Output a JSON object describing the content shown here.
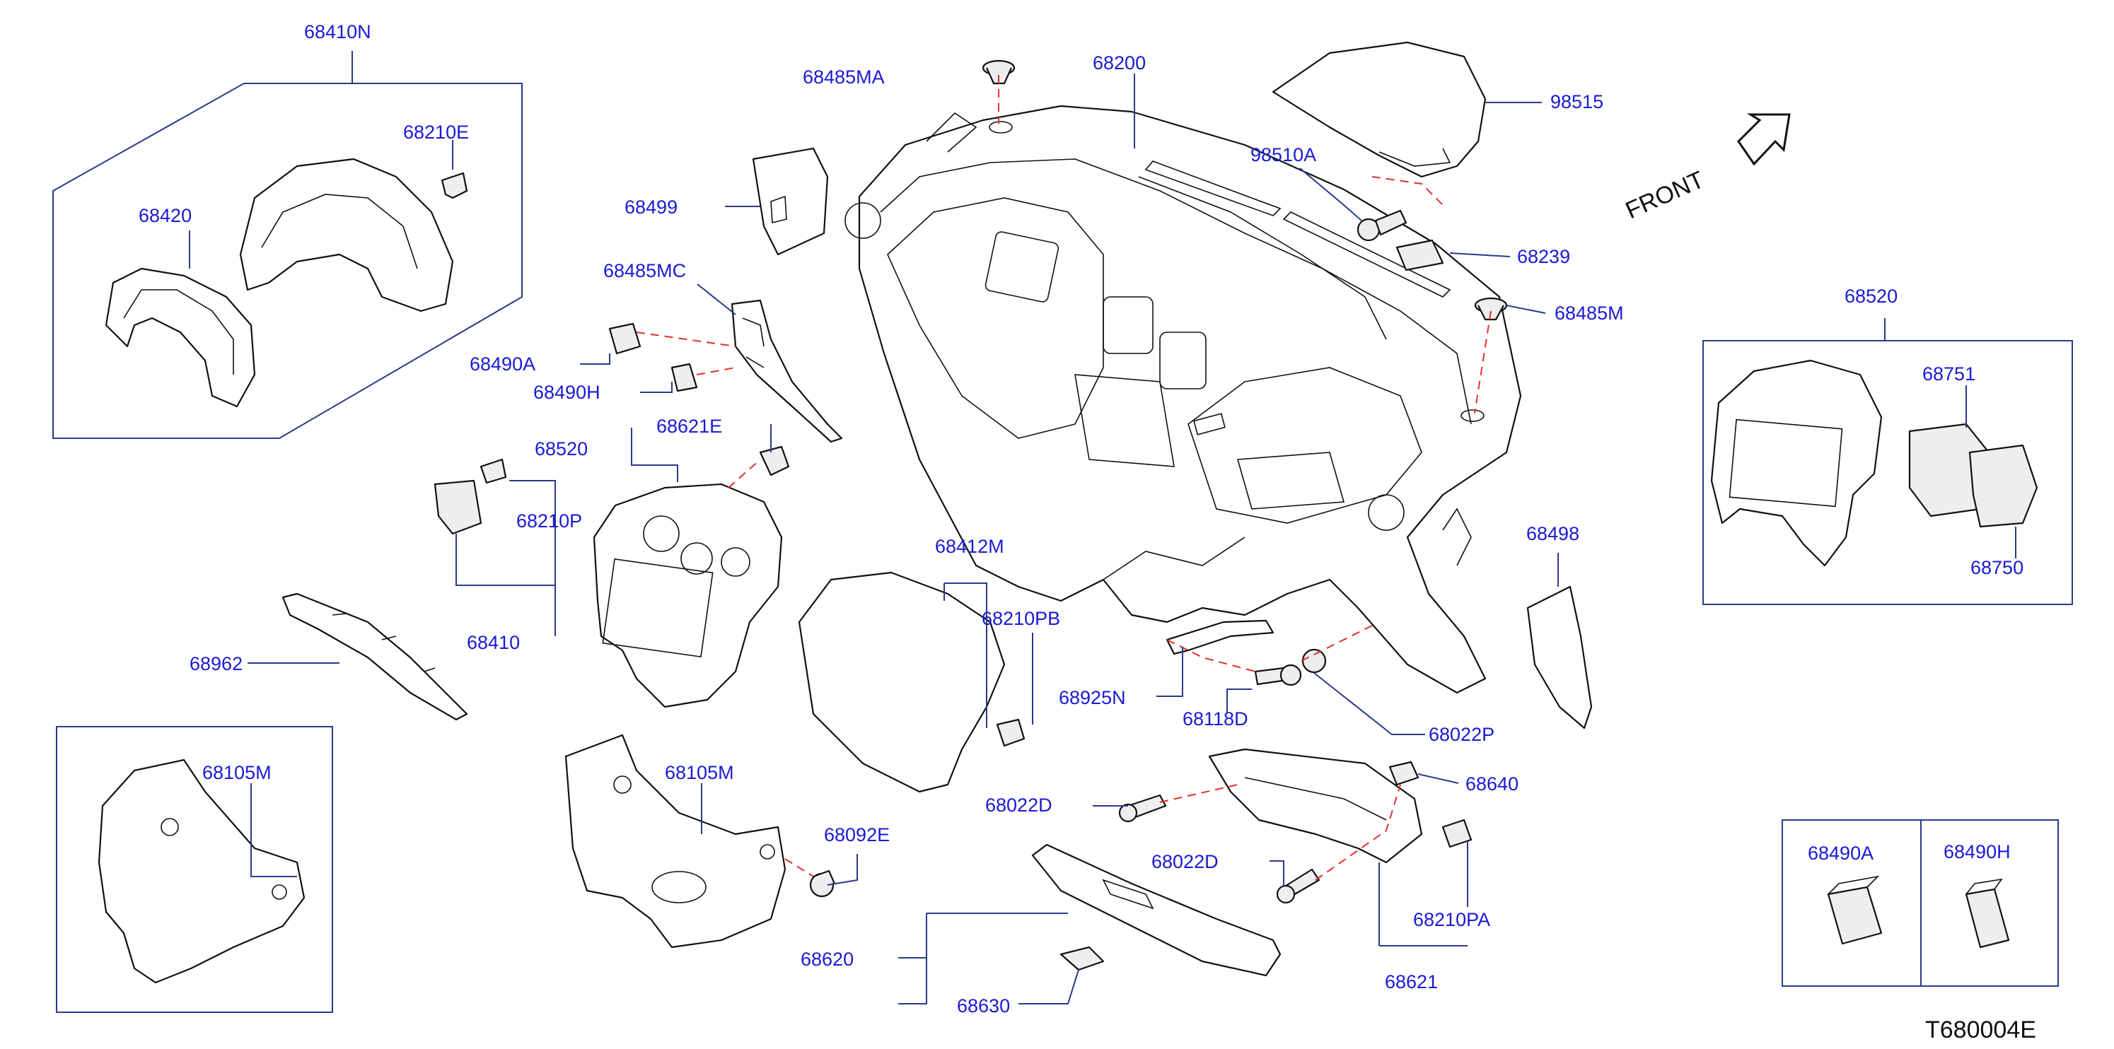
{
  "diagram": {
    "labels": {
      "p68410N": "68410N",
      "p68210E": "68210E",
      "p68420": "68420",
      "p68485MA": "68485MA",
      "p68200": "68200",
      "p98515": "98515",
      "p98510A": "98510A",
      "p68239": "68239",
      "p68485M": "68485M",
      "p68499": "68499",
      "p68485MC": "68485MC",
      "p68490A": "68490A",
      "p68490H": "68490H",
      "p68520_top": "68520",
      "p68520_mid": "68520",
      "p68621E": "68621E",
      "p68210P": "68210P",
      "p68410": "68410",
      "p68962": "68962",
      "p68412M": "68412M",
      "p68210PB": "68210PB",
      "p68925N": "68925N",
      "p68118D": "68118D",
      "p68022P": "68022P",
      "p68498": "68498",
      "p68751": "68751",
      "p68750": "68750",
      "p68105M_box": "68105M",
      "p68105M": "68105M",
      "p68092E": "68092E",
      "p68022D_top": "68022D",
      "p68022D_bot": "68022D",
      "p68640": "68640",
      "p68210PA": "68210PA",
      "p68621": "68621",
      "p68620": "68620",
      "p68630": "68630",
      "p68490A_box": "68490A",
      "p68490H_box": "68490H"
    },
    "front_label": "FRONT",
    "ref_code": "T680004E",
    "colors": {
      "label": "#1a1ad6",
      "leader": "#2a3a8a",
      "dash": "#e03030",
      "outline": "#111111"
    }
  }
}
